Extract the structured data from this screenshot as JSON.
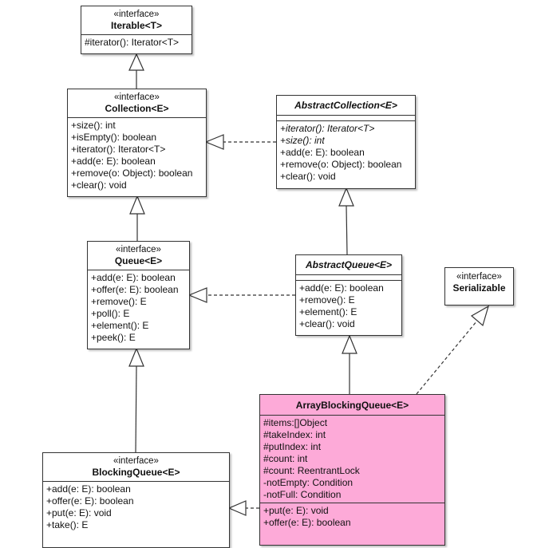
{
  "colors": {
    "highlight": "#fdaad8",
    "line": "#333333"
  },
  "classes": {
    "iterable": {
      "stereotype": "«interface»",
      "name": "Iterable<T>",
      "methods": [
        "#iterator(): Iterator<T>"
      ]
    },
    "collection": {
      "stereotype": "«interface»",
      "name": "Collection<E>",
      "methods": [
        "+size(): int",
        "+isEmpty(): boolean",
        "+iterator(): Iterator<T>",
        "+add(e: E): boolean",
        "+remove(o: Object): boolean",
        "+clear(): void"
      ]
    },
    "abstract_collection": {
      "name": "AbstractCollection<E>",
      "abstract_methods": [
        "+iterator(): Iterator<T>",
        "+size(): int"
      ],
      "methods": [
        "+add(e: E): boolean",
        "+remove(o: Object): boolean",
        "+clear(): void"
      ]
    },
    "queue": {
      "stereotype": "«interface»",
      "name": "Queue<E>",
      "methods": [
        "+add(e: E): boolean",
        "+offer(e: E): boolean",
        "+remove(): E",
        "+poll(): E",
        "+element(): E",
        "+peek(): E"
      ]
    },
    "abstract_queue": {
      "name": "AbstractQueue<E>",
      "methods": [
        "+add(e: E): boolean",
        "+remove(): E",
        "+element(): E",
        "+clear(): void"
      ]
    },
    "serializable": {
      "stereotype": "«interface»",
      "name": "Serializable"
    },
    "array_blocking_queue": {
      "name": "ArrayBlockingQueue<E>",
      "fields": [
        "#items:[]Object",
        "#takeIndex: int",
        "#putIndex: int",
        "#count: int",
        "#count: ReentrantLock",
        "-notEmpty: Condition",
        "-notFull: Condition"
      ],
      "methods": [
        "+put(e: E): void",
        "+offer(e: E): boolean"
      ]
    },
    "blocking_queue": {
      "stereotype": "«interface»",
      "name": "BlockingQueue<E>",
      "methods": [
        "+add(e: E): boolean",
        "+offer(e: E): boolean",
        "+put(e: E): void",
        "+take(): E"
      ]
    }
  }
}
